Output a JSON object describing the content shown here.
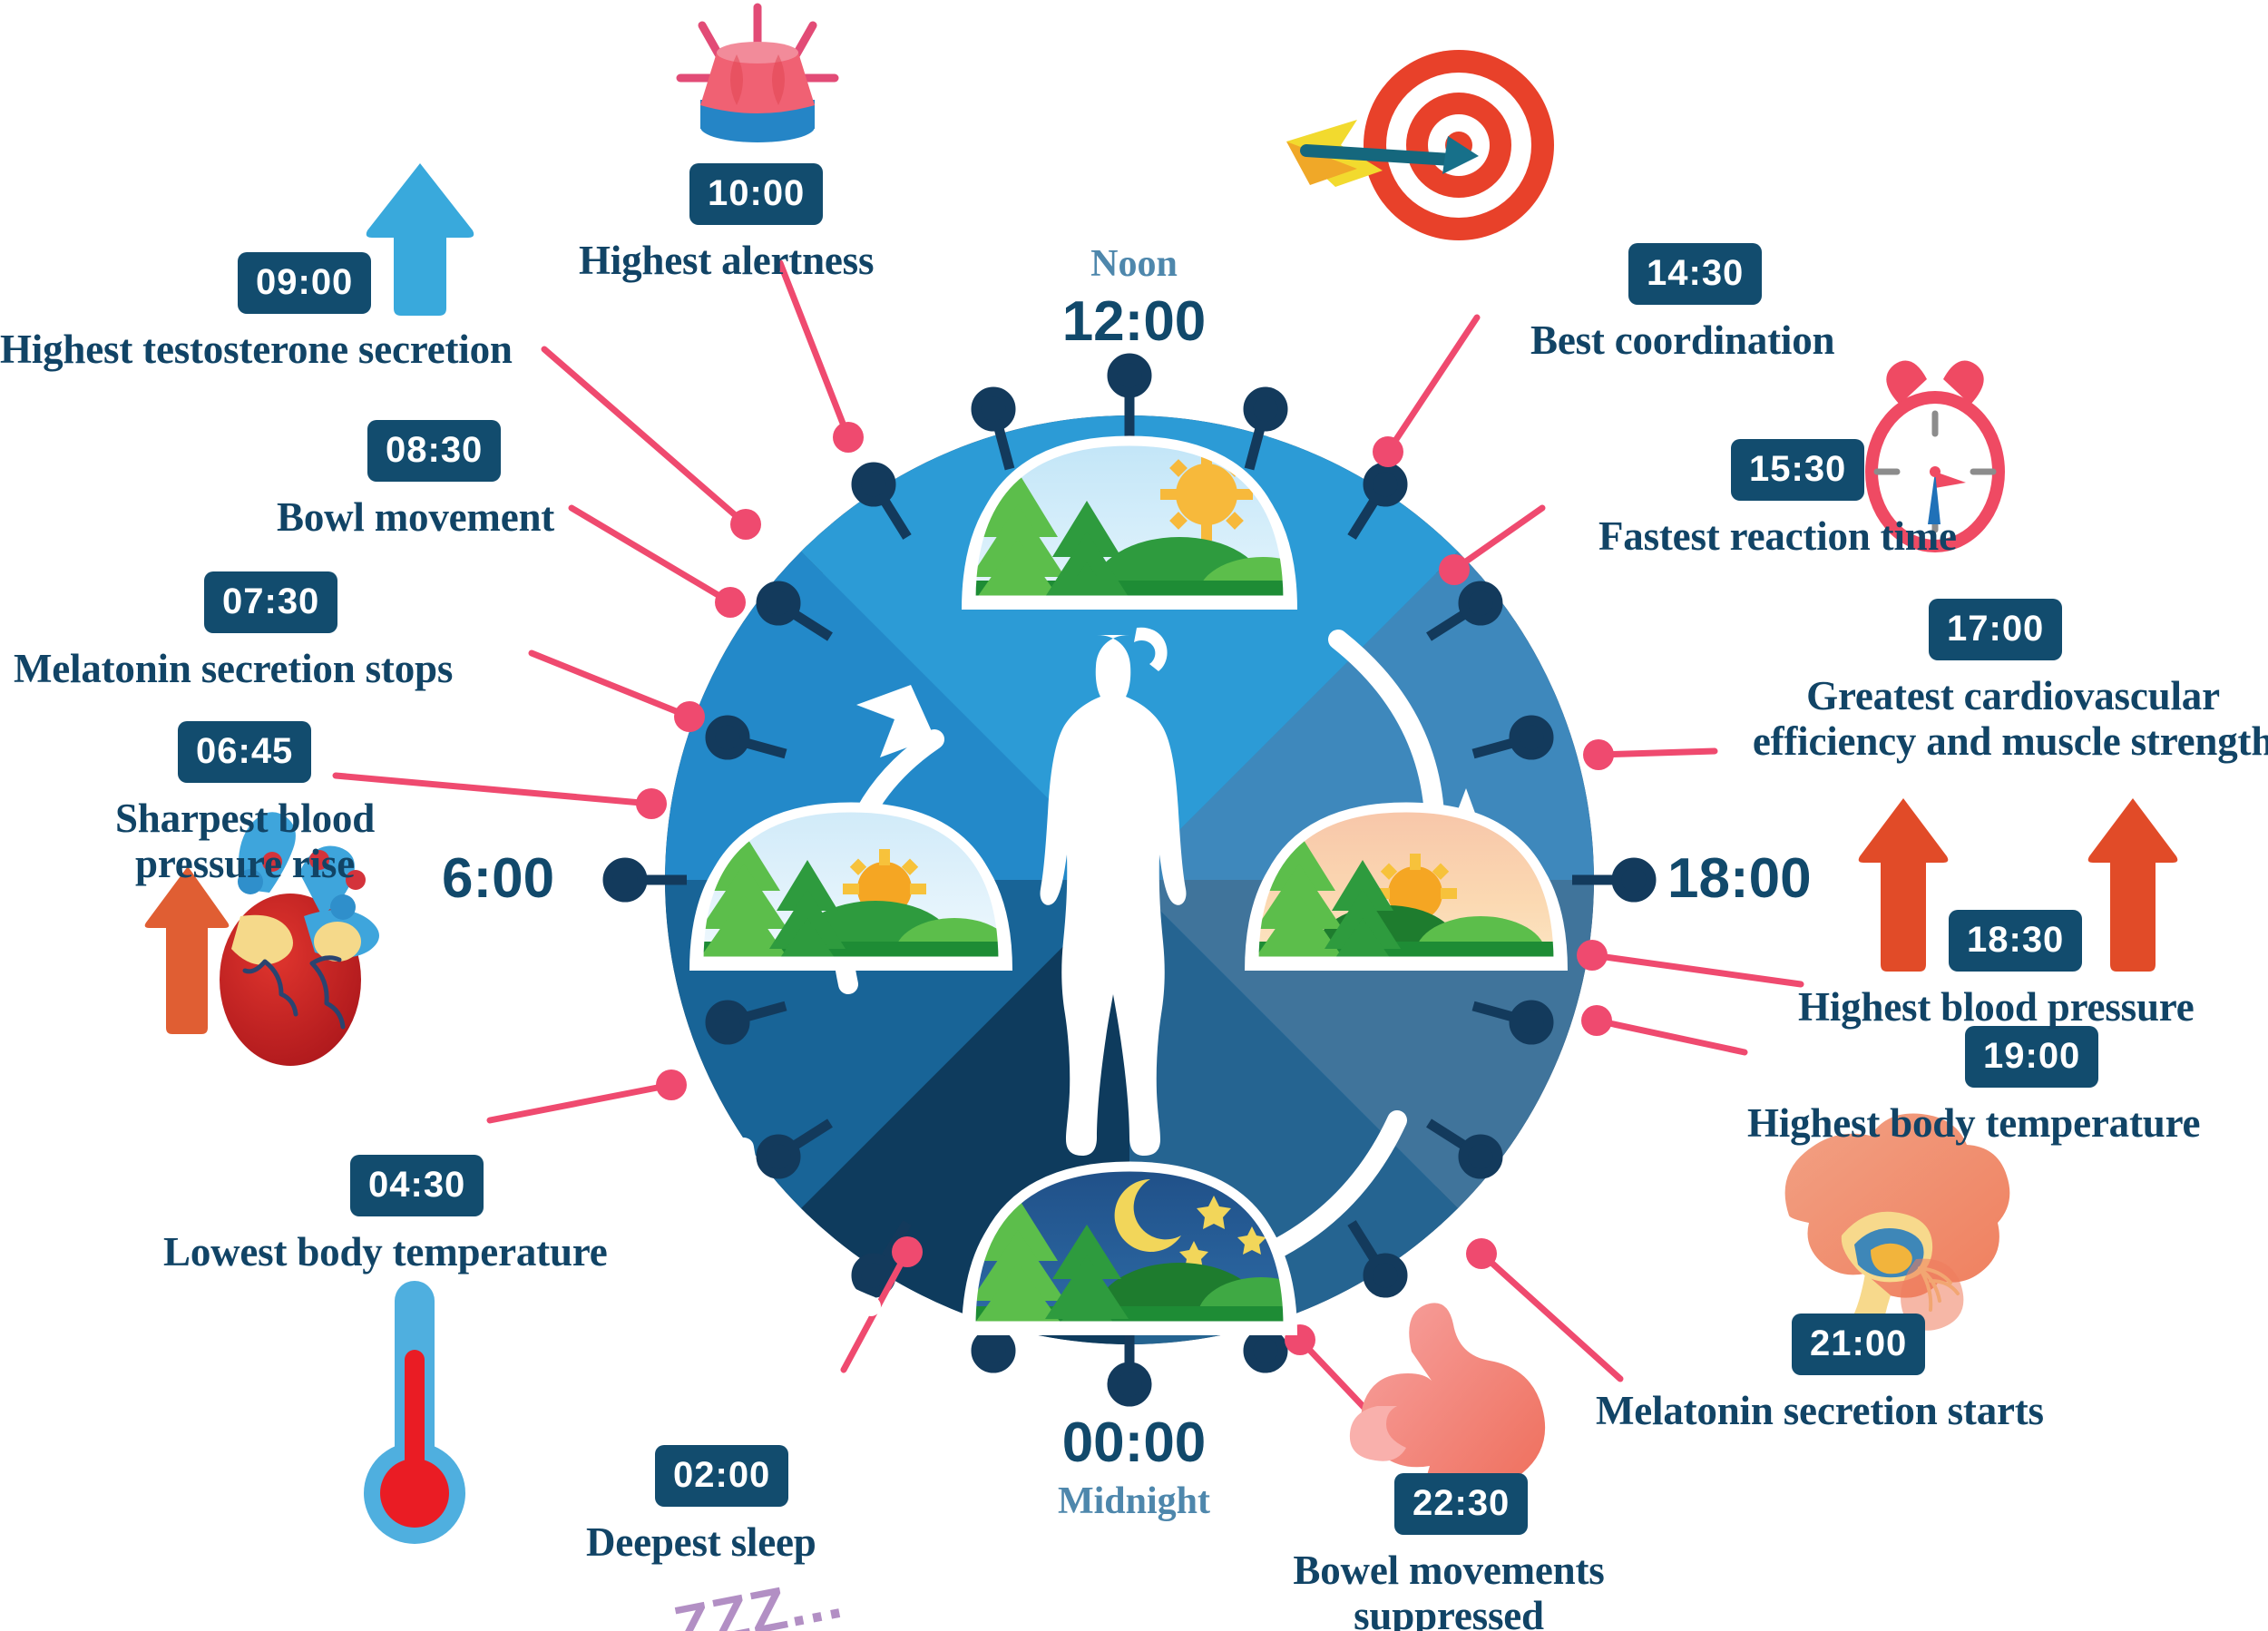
{
  "title": "Circadian rhythm 24-hour body clock diagram",
  "colors": {
    "badge_bg": "#124C6E",
    "caption_text": "#114466",
    "dial_text": "#11496B",
    "dial_sub_text": "#4E87AC",
    "connector_line": "#EF4A6F",
    "tick_dark": "#133A5C",
    "rim_dark": "#1F4E72",
    "segment_bright_blue": "#2C9BD6",
    "segment_blue": "#2389C9",
    "segment_steel": "#4E82A8",
    "segment_deep": "#1D5D85",
    "segment_navy": "#0F3E60",
    "accent_red": "#E14B28",
    "accent_light_blue": "#39A9DC",
    "zzz_purple": "#B28FC4"
  },
  "dial": {
    "noon": {
      "sub": "Noon",
      "time": "12:00"
    },
    "midnight": {
      "time": "00:00",
      "sub": "Midnight"
    },
    "morning": {
      "time": "6:00"
    },
    "evening": {
      "time": "18:00"
    }
  },
  "events": [
    {
      "id": "e1030",
      "time": "10:00",
      "label": "Highest alertness",
      "icon": "siren-icon"
    },
    {
      "id": "e0900",
      "time": "09:00",
      "label": "Highest testosterone secretion",
      "icon": "up-arrow-blue-icon"
    },
    {
      "id": "e0830",
      "time": "08:30",
      "label": "Bowl movement",
      "icon": "none"
    },
    {
      "id": "e0730",
      "time": "07:30",
      "label": "Melatonin secretion stops",
      "icon": "none"
    },
    {
      "id": "e0645",
      "time": "06:45",
      "label_line1": "Sharpest blood",
      "label_line2": "pressure rise",
      "icon": "heart-icon"
    },
    {
      "id": "e0430",
      "time": "04:30",
      "label": "Lowest body temperature",
      "icon": "thermometer-icon"
    },
    {
      "id": "e0200",
      "time": "02:00",
      "label": "Deepest sleep",
      "icon": "zzz-icon",
      "extra": "ZZZ..."
    },
    {
      "id": "e2230",
      "time": "22:30",
      "label_line1": "Bowel movements",
      "label_line2": "suppressed",
      "icon": "stomach-icon"
    },
    {
      "id": "e2100",
      "time": "21:00",
      "label": "Melatonin secretion starts",
      "icon": "brain-icon"
    },
    {
      "id": "e1900",
      "time": "19:00",
      "label": "Highest body temperature",
      "icon": "none"
    },
    {
      "id": "e1830",
      "time": "18:30",
      "label": "Highest blood pressure",
      "icon": "up-arrow-red-icon"
    },
    {
      "id": "e1700",
      "time": "17:00",
      "label_line1": "Greatest cardiovascular",
      "label_line2": "efficiency and muscle strength",
      "icon": "none"
    },
    {
      "id": "e1530",
      "time": "15:30",
      "label": "Fastest reaction time",
      "icon": "alarm-clock-icon"
    },
    {
      "id": "e1430",
      "time": "14:30",
      "label": "Best coordination",
      "icon": "target-arrow-icon"
    }
  ],
  "scenes": {
    "day": "daytime landscape with sun, trees and hills",
    "sunrise": "sunrise landscape with rising sun, trees and hills",
    "sunset": "sunset landscape with setting sun, trees and hills",
    "night": "night landscape with crescent moon, stars, trees and hills"
  },
  "center_figure": "human body silhouette"
}
